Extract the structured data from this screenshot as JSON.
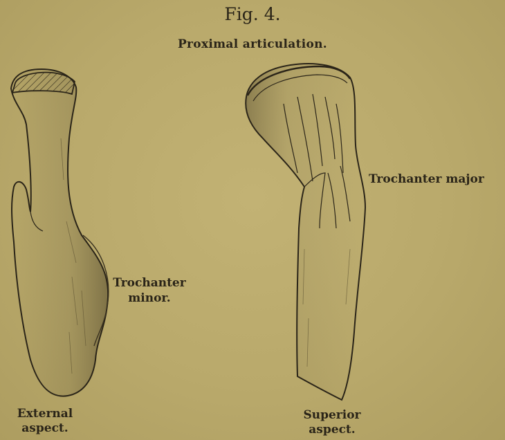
{
  "figure": {
    "title": "Fig. 4.",
    "subtitle": "Proximal articulation.",
    "labels": {
      "trochanter_major": "Trochanter major",
      "trochanter_minor_line1": "Trochanter",
      "trochanter_minor_line2": "minor.",
      "external_line1": "External",
      "external_line2": "aspect.",
      "superior_line1": "Superior",
      "superior_line2": "aspect."
    }
  },
  "colors": {
    "paper": "#b9a96b",
    "ink": "#2a2418",
    "shade": "#6e623c"
  }
}
